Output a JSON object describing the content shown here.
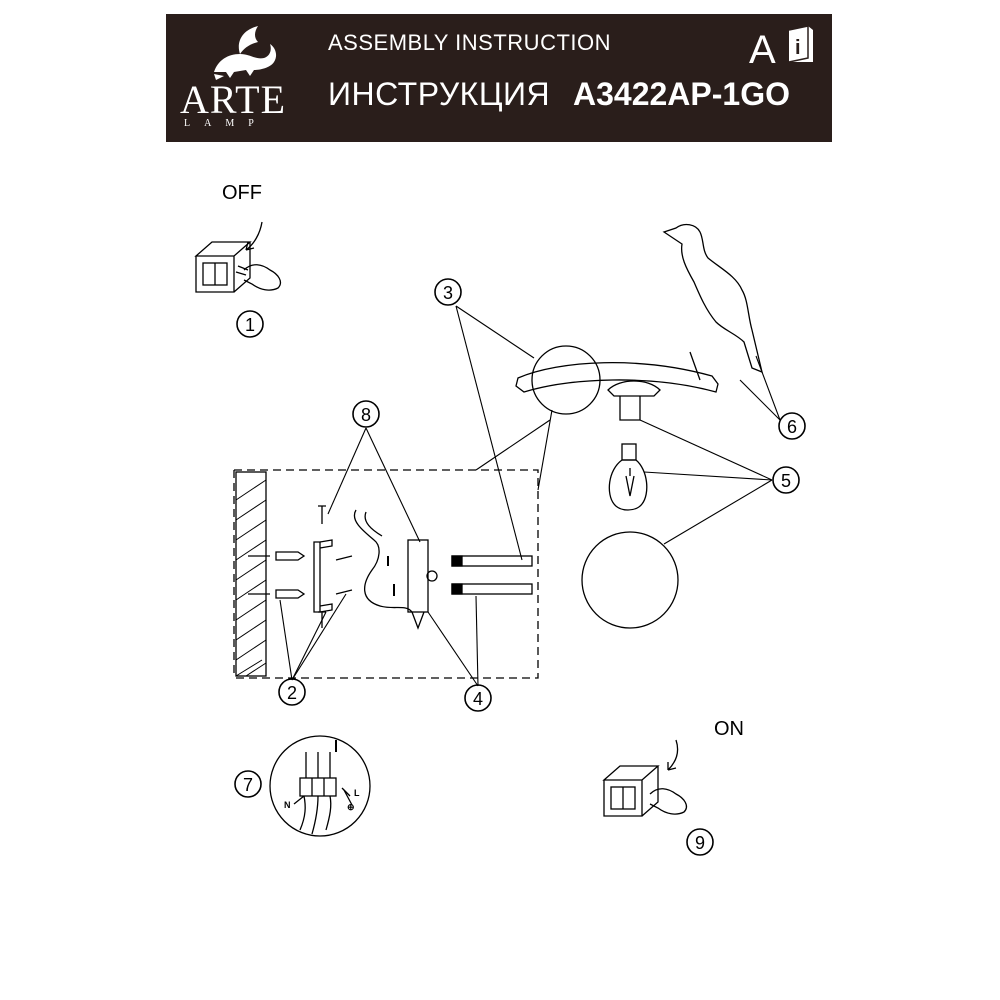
{
  "header": {
    "title_en": "ASSEMBLY INSTRUCTION",
    "title_ru": "ИНСТРУКЦИЯ",
    "model": "A3422AP-1GO",
    "letter": "A",
    "logo_brand": "ARTE",
    "logo_sub": "LAMP",
    "info_icon": "info-book-icon",
    "colors": {
      "background": "#2a1e1b",
      "text": "#ffffff"
    }
  },
  "switch_states": {
    "off": "OFF",
    "on": "ON"
  },
  "callouts": [
    "1",
    "2",
    "3",
    "4",
    "5",
    "6",
    "7",
    "8",
    "9"
  ],
  "wiring_labels": {
    "neutral": "N",
    "live": "L",
    "ground": "⊕"
  },
  "icons": [
    "wall-switch-icon",
    "hand-icon",
    "bird-figure-icon",
    "light-bulb-icon",
    "glass-shade-icon",
    "mounting-bracket-icon",
    "screw-icon",
    "wall-plug-icon",
    "terminal-block-icon"
  ]
}
